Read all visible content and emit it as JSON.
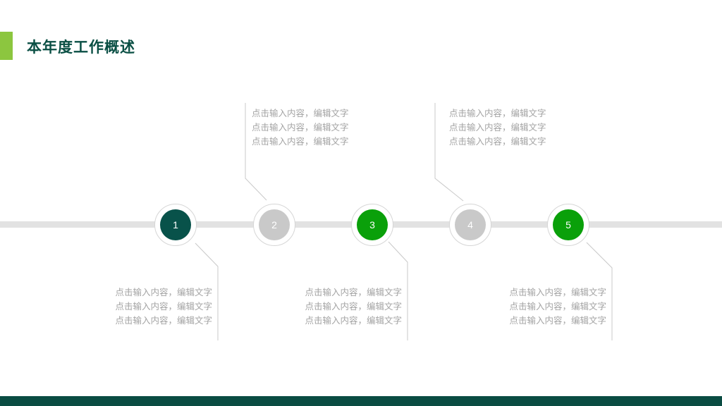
{
  "slide": {
    "title": "本年度工作概述",
    "accent_color": "#8CC63F",
    "title_color": "#0A4F44",
    "footer_color": "#0A4C42",
    "background": "#FFFFFF",
    "track_color": "#E2E2E2",
    "text_color": "#A3A3A3"
  },
  "timeline": {
    "nodes": [
      {
        "number": "1",
        "color": "#08524A",
        "position": "bottom"
      },
      {
        "number": "2",
        "color": "#C9C9C9",
        "position": "top"
      },
      {
        "number": "3",
        "color": "#0AA00A",
        "position": "bottom"
      },
      {
        "number": "4",
        "color": "#C9C9C9",
        "position": "top"
      },
      {
        "number": "5",
        "color": "#0AA00A",
        "position": "bottom"
      }
    ]
  },
  "callouts": {
    "top": [
      {
        "node": "2",
        "lines": [
          "点击输入内容，编辑文字",
          "点击输入内容，编辑文字",
          "点击输入内容，编辑文字"
        ]
      },
      {
        "node": "4",
        "lines": [
          "点击输入内容，编辑文字",
          "点击输入内容，编辑文字",
          "点击输入内容，编辑文字"
        ]
      }
    ],
    "bottom": [
      {
        "node": "1",
        "lines": [
          "点击输入内容，编辑文字",
          "点击输入内容，编辑文字",
          "点击输入内容，编辑文字"
        ]
      },
      {
        "node": "3",
        "lines": [
          "点击输入内容，编辑文字",
          "点击输入内容，编辑文字",
          "点击输入内容，编辑文字"
        ]
      },
      {
        "node": "5",
        "lines": [
          "点击输入内容，编辑文字",
          "点击输入内容，编辑文字",
          "点击输入内容，编辑文字"
        ]
      }
    ]
  }
}
